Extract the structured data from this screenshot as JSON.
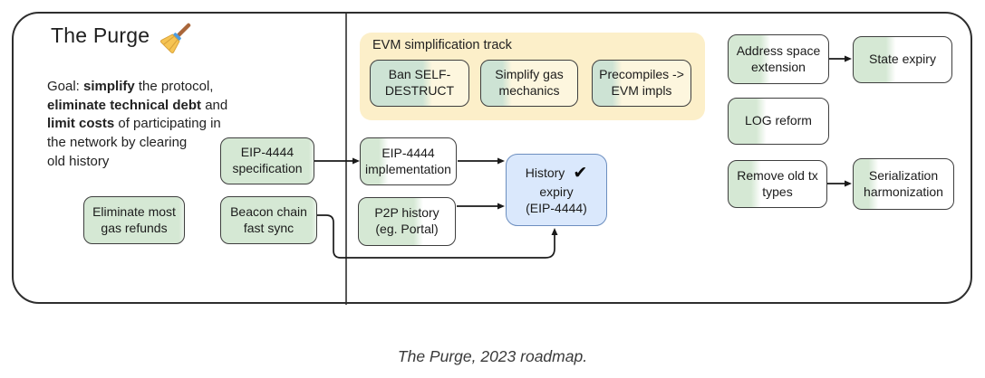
{
  "header": {
    "title": "The Purge",
    "title_icon": "broom-emoji"
  },
  "goal": {
    "segments": [
      {
        "text": "Goal: "
      },
      {
        "text": "simplify",
        "bold": true
      },
      {
        "text": " the protocol,\n"
      },
      {
        "text": "eliminate technical debt",
        "bold": true
      },
      {
        "text": " and\n"
      },
      {
        "text": "limit costs",
        "bold": true
      },
      {
        "text": " of participating in\nthe network by clearing\nold history"
      }
    ]
  },
  "evm_track": {
    "label": "EVM simplification track"
  },
  "nodes": {
    "spec": {
      "label": "EIP-4444\nspecification",
      "progress": 100
    },
    "gas_refunds": {
      "label": "Eliminate most\ngas refunds",
      "progress": 100
    },
    "beacon": {
      "label": "Beacon chain\nfast sync",
      "progress": 100
    },
    "ban": {
      "label": "Ban SELF-\nDESTRUCT",
      "progress": 58
    },
    "simplify_gas": {
      "label": "Simplify gas\nmechanics",
      "progress": 27
    },
    "precompiles": {
      "label": "Precompiles ->\nEVM impls",
      "progress": 25
    },
    "impl": {
      "label": "EIP-4444\nimplementation",
      "progress": 24
    },
    "p2p": {
      "label": "P2P history\n(eg. Portal)",
      "progress": 62
    },
    "history": {
      "line1": "History",
      "check": "✔",
      "rest": "expiry\n(EIP-4444)"
    },
    "address_space": {
      "label": "Address space\nextension",
      "progress": 37
    },
    "state_expiry": {
      "label": "State expiry",
      "progress": 38
    },
    "log_reform": {
      "label": "LOG reform",
      "progress": 33
    },
    "remove_tx": {
      "label": "Remove old tx\ntypes",
      "progress": 28
    },
    "serialization": {
      "label": "Serialization\nharmonization",
      "progress": 20
    }
  },
  "caption": "The Purge, 2023 roadmap.",
  "colors": {
    "green_fill": "#d5e8d4",
    "yellow_track": "#fcefc9",
    "blue_fill": "#dae8fc",
    "blue_border": "#6c8ebf",
    "line": "#1a1a1a"
  }
}
